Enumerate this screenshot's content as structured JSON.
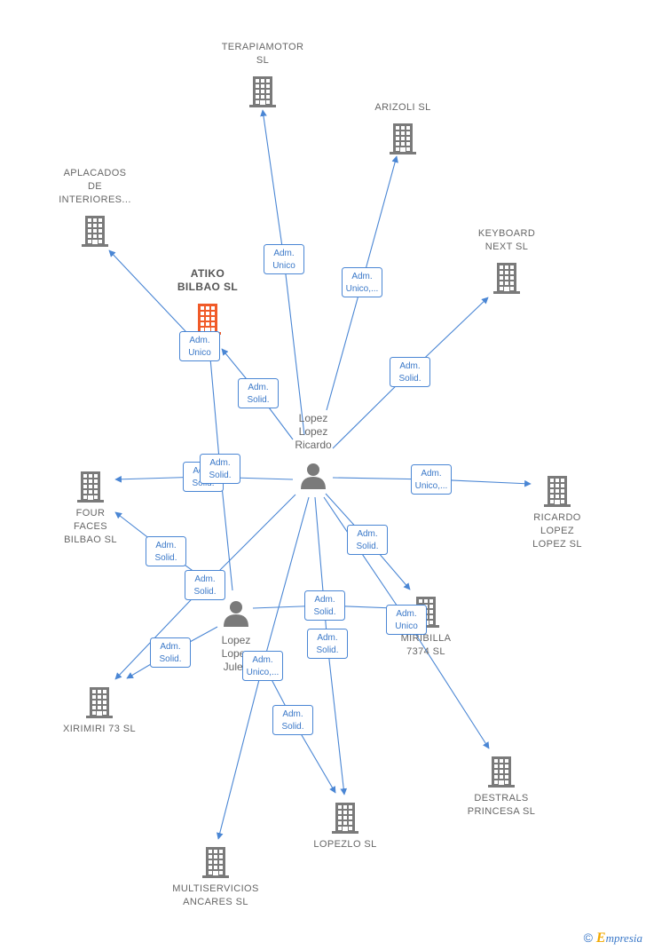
{
  "companies": [
    {
      "id": "terapiamotor",
      "lines": [
        "TERAPIAMOTOR",
        "SL"
      ],
      "main": false
    },
    {
      "id": "arizoli",
      "lines": [
        "ARIZOLI  SL"
      ],
      "main": false
    },
    {
      "id": "aplacados",
      "lines": [
        "APLACADOS",
        "DE",
        "INTERIORES..."
      ],
      "main": false
    },
    {
      "id": "keyboard",
      "lines": [
        "KEYBOARD",
        "NEXT  SL"
      ],
      "main": false
    },
    {
      "id": "atiko",
      "lines": [
        "ATIKO",
        "BILBAO  SL"
      ],
      "main": true
    },
    {
      "id": "fourfaces",
      "lines": [
        "FOUR",
        "FACES",
        "BILBAO SL"
      ],
      "main": false
    },
    {
      "id": "ricardo",
      "lines": [
        "RICARDO",
        "LOPEZ",
        "LOPEZ  SL"
      ],
      "main": false
    },
    {
      "id": "miribilla",
      "lines": [
        "MIRIBILLA",
        "7374 SL"
      ],
      "main": false
    },
    {
      "id": "xirimiri",
      "lines": [
        "XIRIMIRI 73  SL"
      ],
      "main": false
    },
    {
      "id": "destrals",
      "lines": [
        "DESTRALS",
        "PRINCESA  SL"
      ],
      "main": false
    },
    {
      "id": "lopezlo",
      "lines": [
        "LOPEZLO  SL"
      ],
      "main": false
    },
    {
      "id": "multiservicios",
      "lines": [
        "MULTISERVICIOS",
        "ANCARES  SL"
      ],
      "main": false
    }
  ],
  "persons": [
    {
      "id": "ricardo_p",
      "lines": [
        "Lopez",
        "Lopez",
        "Ricardo"
      ]
    },
    {
      "id": "julen_p",
      "lines": [
        "Lopez",
        "Lopez",
        "Julen"
      ]
    }
  ],
  "edges": [
    {
      "from": "ricardo_p",
      "to": "terapiamotor",
      "label": [
        "Adm.",
        "Unico"
      ]
    },
    {
      "from": "ricardo_p",
      "to": "arizoli",
      "label": [
        "Adm.",
        "Unico,..."
      ]
    },
    {
      "from": "ricardo_p",
      "to": "keyboard",
      "label": [
        "Adm.",
        "Solid."
      ]
    },
    {
      "from": "ricardo_p",
      "to": "atiko",
      "label": [
        "Adm.",
        "Solid."
      ]
    },
    {
      "from": "ricardo_p",
      "to": "fourfaces",
      "label": [
        "Adm.",
        "Solid."
      ]
    },
    {
      "from": "ricardo_p",
      "to": "ricardo",
      "label": [
        "Adm.",
        "Unico,..."
      ]
    },
    {
      "from": "ricardo_p",
      "to": "miribilla",
      "label": [
        "Adm.",
        "Solid."
      ]
    },
    {
      "from": "ricardo_p",
      "to": "destrals",
      "label": [
        "Adm.",
        "Unico"
      ]
    },
    {
      "from": "ricardo_p",
      "to": "lopezlo",
      "label": [
        "Adm.",
        "Solid."
      ]
    },
    {
      "from": "ricardo_p",
      "to": "multiservicios",
      "label": [
        "Adm.",
        "Unico,..."
      ]
    },
    {
      "from": "ricardo_p",
      "to": "xirimiri",
      "label": [
        "Adm.",
        "Solid."
      ]
    },
    {
      "from": "ricardo_p",
      "to": "aplacados",
      "label": [
        "Adm.",
        "Unico"
      ]
    },
    {
      "from": "julen_p",
      "to": "atiko",
      "label": [
        "Adm.",
        "Solid."
      ]
    },
    {
      "from": "julen_p",
      "to": "fourfaces",
      "label": [
        "Adm.",
        "Solid."
      ]
    },
    {
      "from": "julen_p",
      "to": "miribilla",
      "label": [
        "Adm.",
        "Solid."
      ]
    },
    {
      "from": "julen_p",
      "to": "xirimiri",
      "label": [
        "Adm.",
        "Solid."
      ]
    },
    {
      "from": "julen_p",
      "to": "lopezlo",
      "label": [
        "Adm.",
        "Solid."
      ]
    }
  ],
  "footer": {
    "copyright": "©",
    "brand_initial": "E",
    "brand_rest": "mpresia"
  },
  "colors": {
    "edge": "#4a86d4",
    "building": "#7a7a7a",
    "main_building": "#f05a28",
    "person": "#7a7a7a"
  }
}
